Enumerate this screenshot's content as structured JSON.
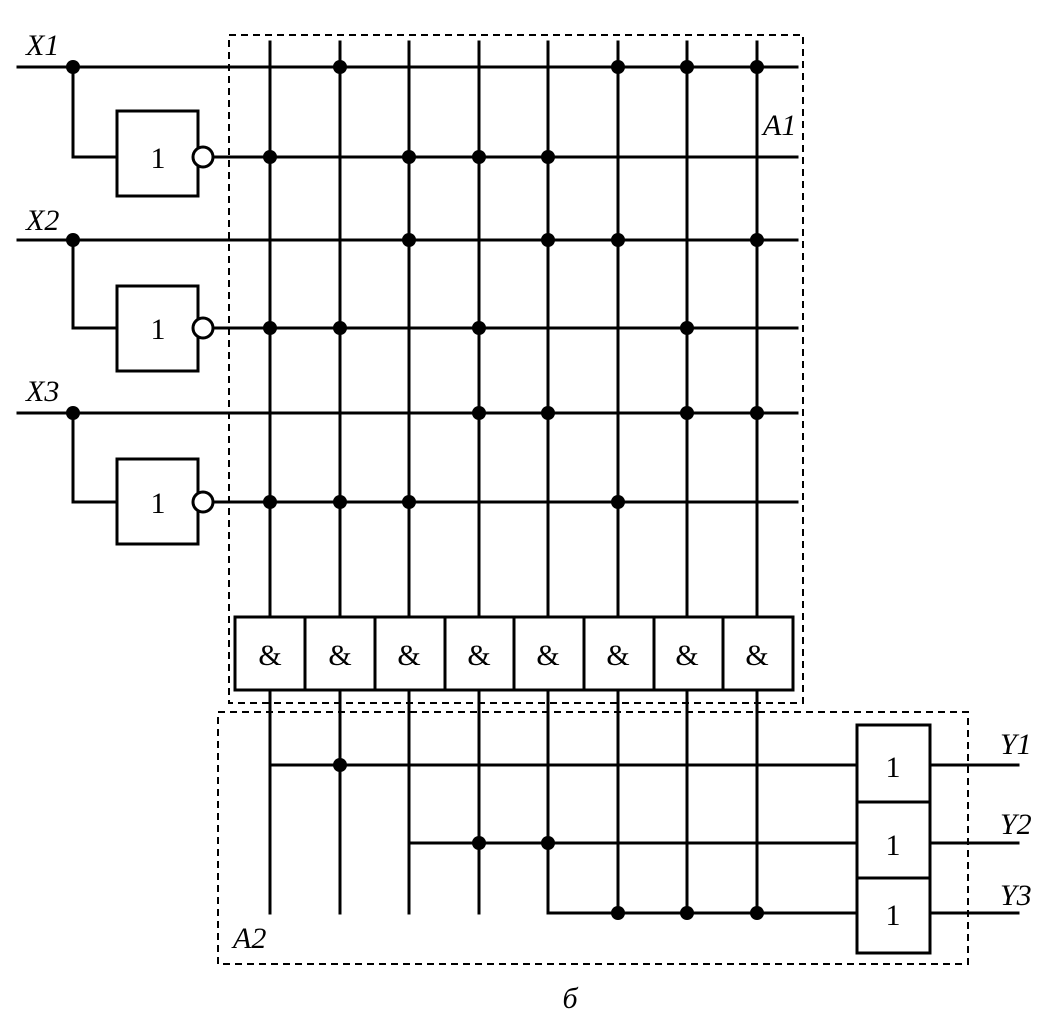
{
  "inputs": [
    "X1",
    "X2",
    "X3"
  ],
  "outputs": [
    "Y1",
    "Y2",
    "Y3"
  ],
  "blocks": {
    "and_array": "A1",
    "or_array": "A2"
  },
  "gate_symbols": {
    "not": "1",
    "and": "&",
    "or": "1"
  },
  "caption": "б",
  "and_terms": [
    [
      "X1'",
      "X2'",
      "X3'"
    ],
    [
      "X1",
      "X2'",
      "X3'"
    ],
    [
      "X1'",
      "X2",
      "X3'"
    ],
    [
      "X1'",
      "X2'",
      "X3"
    ],
    [
      "X1'",
      "X2",
      "X3"
    ],
    [
      "X1",
      "X2",
      "X3'"
    ],
    [
      "X1",
      "X2'",
      "X3"
    ],
    [
      "X1",
      "X2",
      "X3"
    ]
  ],
  "or_outputs": [
    {
      "output": "Y1",
      "terms": [
        1,
        2
      ]
    },
    {
      "output": "Y2",
      "terms": [
        3,
        4,
        5
      ]
    },
    {
      "output": "Y3",
      "terms": [
        5,
        6,
        7,
        8
      ]
    }
  ]
}
